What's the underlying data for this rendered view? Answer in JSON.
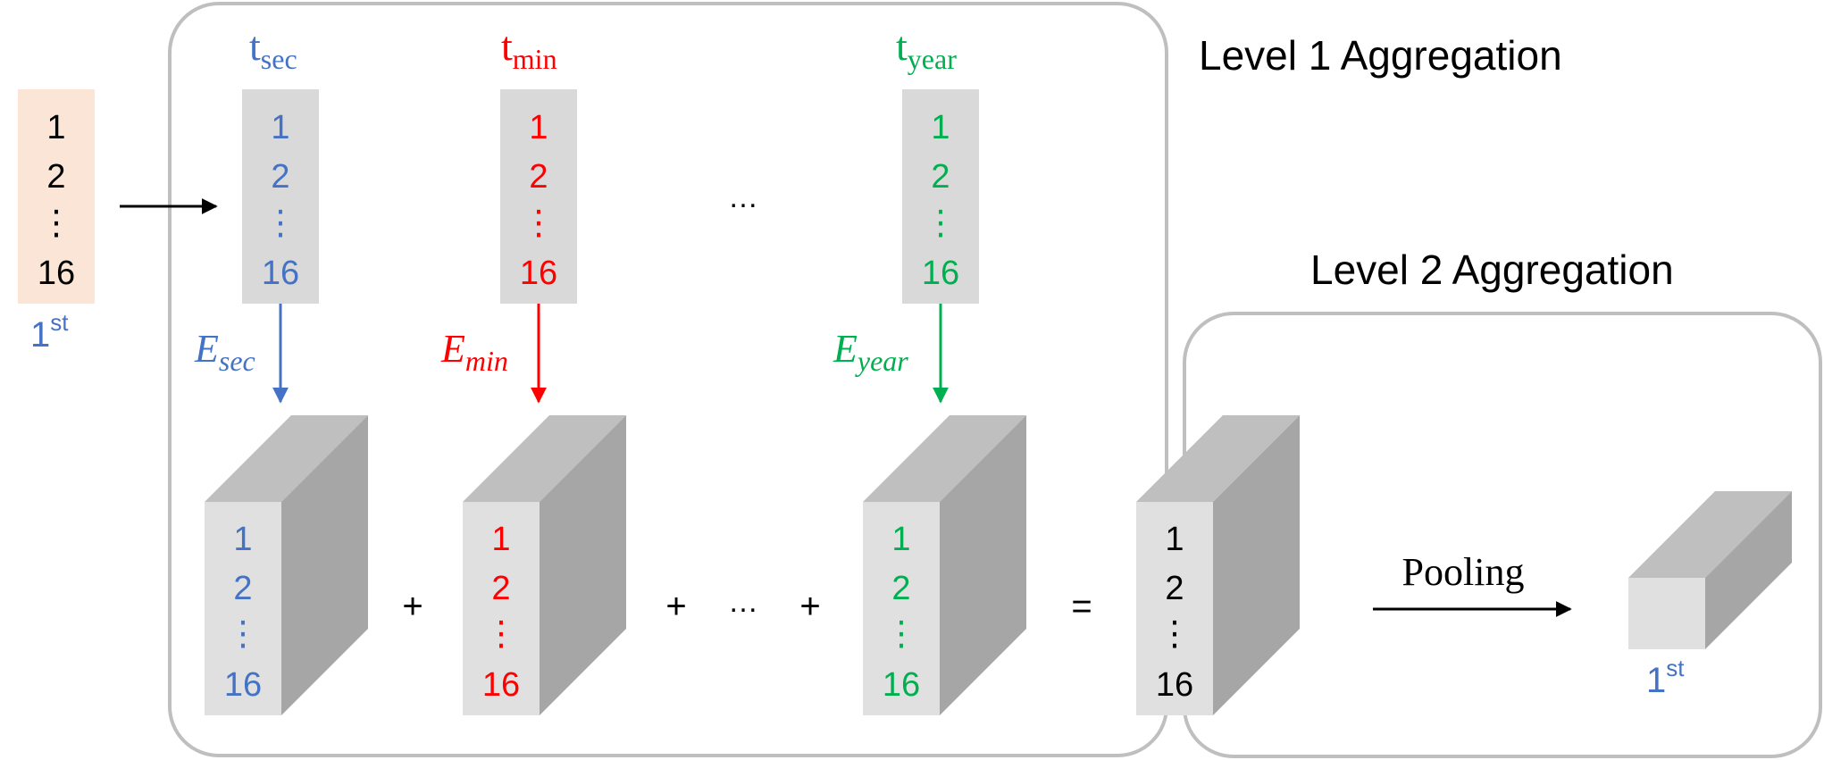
{
  "colors": {
    "sec": "#4472C4",
    "min": "#FF0000",
    "year": "#00B050",
    "black": "#000000",
    "input_bg": "#FBE5D6",
    "column_bg": "#D9D9D9",
    "box_border": "#BFBFBF"
  },
  "input": {
    "values": [
      "1",
      "2",
      "⋮",
      "16"
    ],
    "ordinal_base": "1",
    "ordinal_sup": "st"
  },
  "level1": {
    "title": "Level 1 Aggregation",
    "columns": [
      {
        "label_base": "t",
        "label_sub": "sec",
        "values": [
          "1",
          "2",
          "⋮",
          "16"
        ],
        "embed_base": "E",
        "embed_sub": "sec"
      },
      {
        "label_base": "t",
        "label_sub": "min",
        "values": [
          "1",
          "2",
          "⋮",
          "16"
        ],
        "embed_base": "E",
        "embed_sub": "min"
      },
      {
        "label_base": "t",
        "label_sub": "year",
        "values": [
          "1",
          "2",
          "⋮",
          "16"
        ],
        "embed_base": "E",
        "embed_sub": "year"
      }
    ],
    "ellipsis": "…",
    "blocks": [
      {
        "values": [
          "1",
          "2",
          "⋮",
          "16"
        ]
      },
      {
        "values": [
          "1",
          "2",
          "⋮",
          "16"
        ]
      },
      {
        "values": [
          "1",
          "2",
          "⋮",
          "16"
        ]
      }
    ],
    "operators": {
      "plus": "+",
      "ellipsis": "…",
      "equals": "="
    }
  },
  "level2": {
    "title": "Level 2 Aggregation",
    "result_values": [
      "1",
      "2",
      "⋮",
      "16"
    ],
    "pooling_label": "Pooling",
    "output_ordinal_base": "1",
    "output_ordinal_sup": "st"
  }
}
